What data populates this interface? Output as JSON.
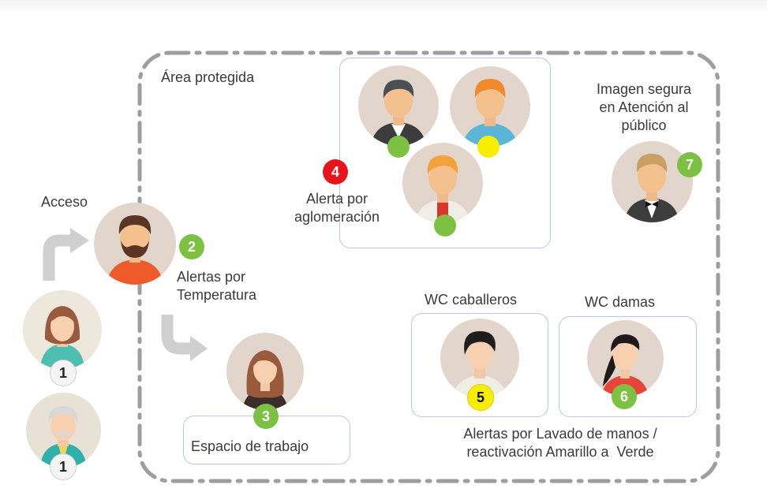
{
  "labels": {
    "area_protegida": "Área protegida",
    "acceso": "Acceso",
    "alertas_temperatura": "Alertas por\nTemperatura",
    "alerta_aglomeracion": "Alerta por\naglomeración",
    "imagen_segura": "Imagen segura\nen Atención al\npúblico",
    "wc_caballeros": "WC caballeros",
    "wc_damas": "WC damas",
    "espacio_trabajo": "Espacio de trabajo",
    "lavado_manos": "Alertas por Lavado de manos /\nreactivación Amarillo a  Verde"
  },
  "badges": {
    "entrance_1a": "1",
    "entrance_1b": "1",
    "temperature": "2",
    "workspace": "3",
    "crowding": "4",
    "wc_men": "5",
    "wc_women": "6",
    "public_service": "7"
  },
  "colors": {
    "badge_green": "#7dc142",
    "badge_red": "#e8141c",
    "badge_yellow": "#f5ee00",
    "badge_gray": "#f4f4f4",
    "avatar_bg": "#e2d6cc",
    "dashed_border": "#9e9e9e",
    "box_border": "#b8c7e6",
    "arrow": "#cfcfcf"
  }
}
